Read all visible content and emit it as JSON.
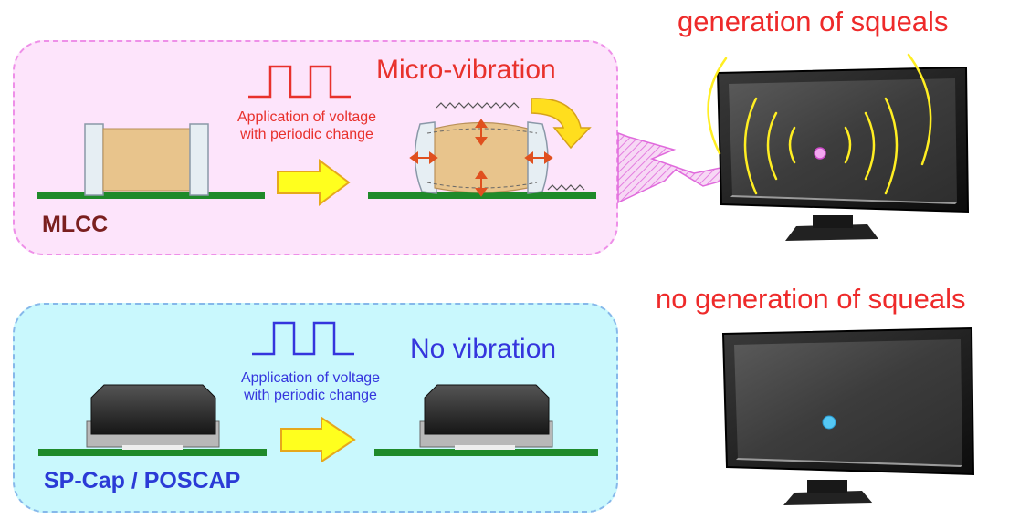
{
  "mlcc_panel": {
    "name": "MLCC",
    "voltage_caption": [
      "Application of voltage",
      "with periodic change"
    ],
    "effect": "Micro-vibration"
  },
  "spcap_panel": {
    "name": "SP-Cap / POSCAP",
    "voltage_caption": [
      "Application of voltage",
      "with periodic change"
    ],
    "effect": "No vibration"
  },
  "tv_top": {
    "caption": "generation of squeals"
  },
  "tv_bottom": {
    "caption": "no generation of squeals"
  },
  "colors": {
    "pink_panel": "#fde4fb",
    "cyan_panel": "#c9f8fd",
    "red_text": "#e8312c",
    "blue_text": "#3535dd",
    "board_green": "#1f8a2a",
    "arrow_yellow": "#ffff1e",
    "ceramic_tan": "#e8c48c",
    "polymer_black": "#2a2a2a",
    "squeal_yellow": "#ffee22"
  }
}
